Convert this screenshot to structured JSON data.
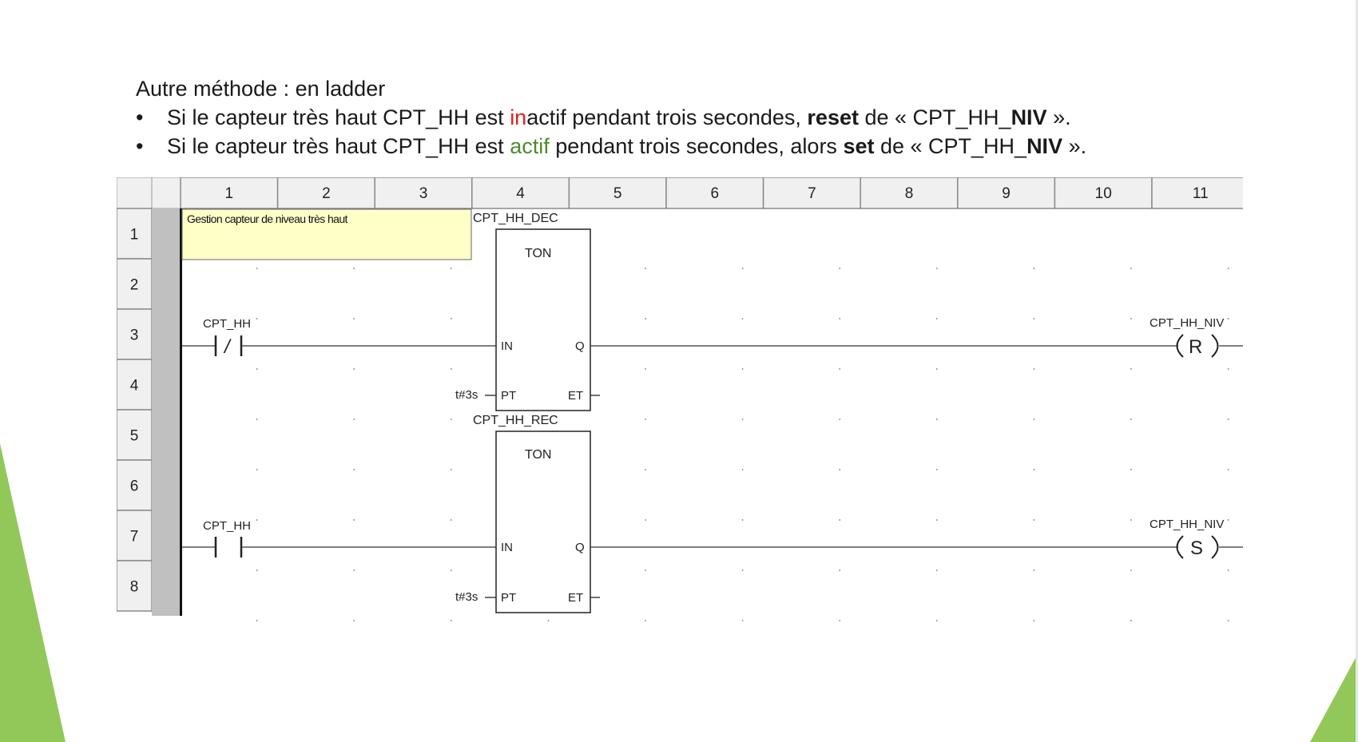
{
  "slide": {
    "title": "Autre méthode : en ladder",
    "bullet_char": "•",
    "bullet1": {
      "pre": "Si le capteur très haut CPT_HH est ",
      "highlight": "in",
      "post": "actif pendant trois secondes, ",
      "bold": "reset",
      "mid": " de « CPT_HH_",
      "bold2": "NIV",
      "end": " »."
    },
    "bullet2": {
      "pre": "Si le capteur très haut CPT_HH est ",
      "highlight": "actif",
      "post": " pendant trois secondes, alors ",
      "bold": "set",
      "mid": " de « CPT_HH_",
      "bold2": "NIV",
      "end": " »."
    }
  },
  "colors": {
    "red_accent": "#e0201a",
    "green_accent": "#4f8a2c",
    "deco_green": "#92c85a",
    "comment_fill": "#ffffc8",
    "header_fill": "#f0f0f0",
    "rail_fill": "#c0c0c0"
  },
  "ladder": {
    "column_headers": [
      "1",
      "2",
      "3",
      "4",
      "5",
      "6",
      "7",
      "8",
      "9",
      "10",
      "11"
    ],
    "row_headers": [
      "1",
      "2",
      "3",
      "4",
      "5",
      "6",
      "7",
      "8"
    ],
    "comment": "Gestion capteur de niveau très haut",
    "rungs": [
      {
        "contact_label": "CPT_HH",
        "contact_type": "normally-closed",
        "contact_symbol": "/",
        "timer_instance": "CPT_HH_DEC",
        "timer_type": "TON",
        "pin_in": "IN",
        "pin_q": "Q",
        "pin_pt": "PT",
        "pin_et": "ET",
        "preset": "t#3s",
        "coil_label": "CPT_HH_NIV",
        "coil_symbol": "R"
      },
      {
        "contact_label": "CPT_HH",
        "contact_type": "normally-open",
        "contact_symbol": "",
        "timer_instance": "CPT_HH_REC",
        "timer_type": "TON",
        "pin_in": "IN",
        "pin_q": "Q",
        "pin_pt": "PT",
        "pin_et": "ET",
        "preset": "t#3s",
        "coil_label": "CPT_HH_NIV",
        "coil_symbol": "S"
      }
    ]
  }
}
